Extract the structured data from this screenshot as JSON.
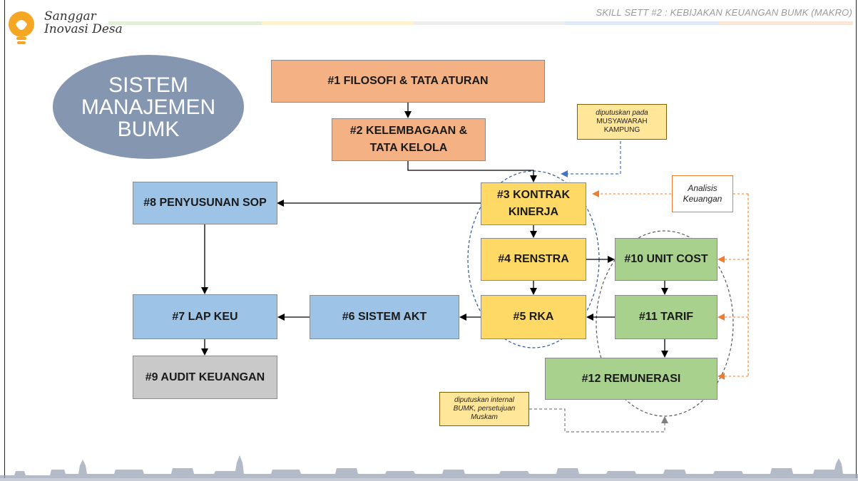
{
  "header": {
    "logo_line1": "Sanggar",
    "logo_line2": "Inovasi Desa",
    "title": "SKILL SETT #2 : KEBIJAKAN KEUANGAN BUMK (MAKRO)"
  },
  "title_ellipse": {
    "line1": "SISTEM",
    "line2": "MANAJEMEN",
    "line3": "BUMK"
  },
  "boxes": {
    "b1": "#1 FILOSOFI & TATA ATURAN",
    "b2_line1": "#2 KELEMBAGAAN &",
    "b2_line2": "TATA KELOLA",
    "b3_line1": "#3 KONTRAK",
    "b3_line2": "KINERJA",
    "b4": "#4 RENSTRA",
    "b5": "#5 RKA",
    "b6": "#6 SISTEM AKT",
    "b7": "#7 LAP KEU",
    "b8": "#8 PENYUSUNAN SOP",
    "b9": "#9 AUDIT KEUANGAN",
    "b10": "#10 UNIT COST",
    "b11": "#11 TARIF",
    "b12": "#12 REMUNERASI"
  },
  "notes": {
    "musyawarah_line1": "diputuskan pada",
    "musyawarah_line2": "MUSYAWARAH",
    "musyawarah_line3": "KAMPUNG",
    "analisis_line1": "Analisis",
    "analisis_line2": "Keuangan",
    "internal_line1": "diputuskan internal",
    "internal_line2": "BUMK, persetujuan",
    "internal_line3": "Muskam"
  },
  "colors": {
    "orange": "#f4b183",
    "yellow": "#ffd966",
    "blue": "#9dc3e6",
    "green": "#a9d18e",
    "gray": "#c9c9c9",
    "ellipse": "#8496b0"
  }
}
